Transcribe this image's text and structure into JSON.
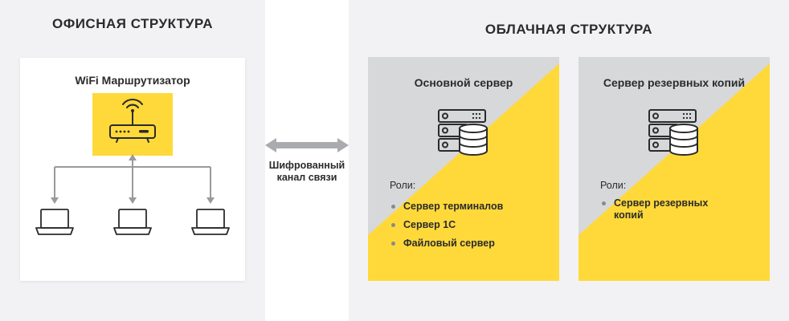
{
  "office": {
    "title": "ОФИСНАЯ СТРУКТУРА",
    "router_title": "WiFi Маршрутизатор",
    "icons": [
      "wifi-router-icon",
      "laptop-icon",
      "laptop-icon",
      "laptop-icon"
    ]
  },
  "channel": {
    "label_line1": "Шифрованный",
    "label_line2": "канал связи",
    "icon": "double-arrow-icon"
  },
  "cloud": {
    "title": "ОБЛАЧНАЯ СТРУКТУРА",
    "servers": [
      {
        "title": "Основной сервер",
        "roles_label": "Роли:",
        "roles": [
          "Сервер терминалов",
          "Сервер 1С",
          "Файловый сервер"
        ],
        "icon": "server-database-icon"
      },
      {
        "title": "Сервер резервных копий",
        "roles_label": "Роли:",
        "roles": [
          "Сервер резервных копий"
        ],
        "icon": "server-database-icon"
      }
    ]
  },
  "colors": {
    "accent_yellow": "#ffd93a",
    "card_gray": "#d7d8da",
    "panel_bg": "#f2f2f4",
    "text_dark": "#2b2b2b",
    "line_gray": "#9a9a9a"
  }
}
